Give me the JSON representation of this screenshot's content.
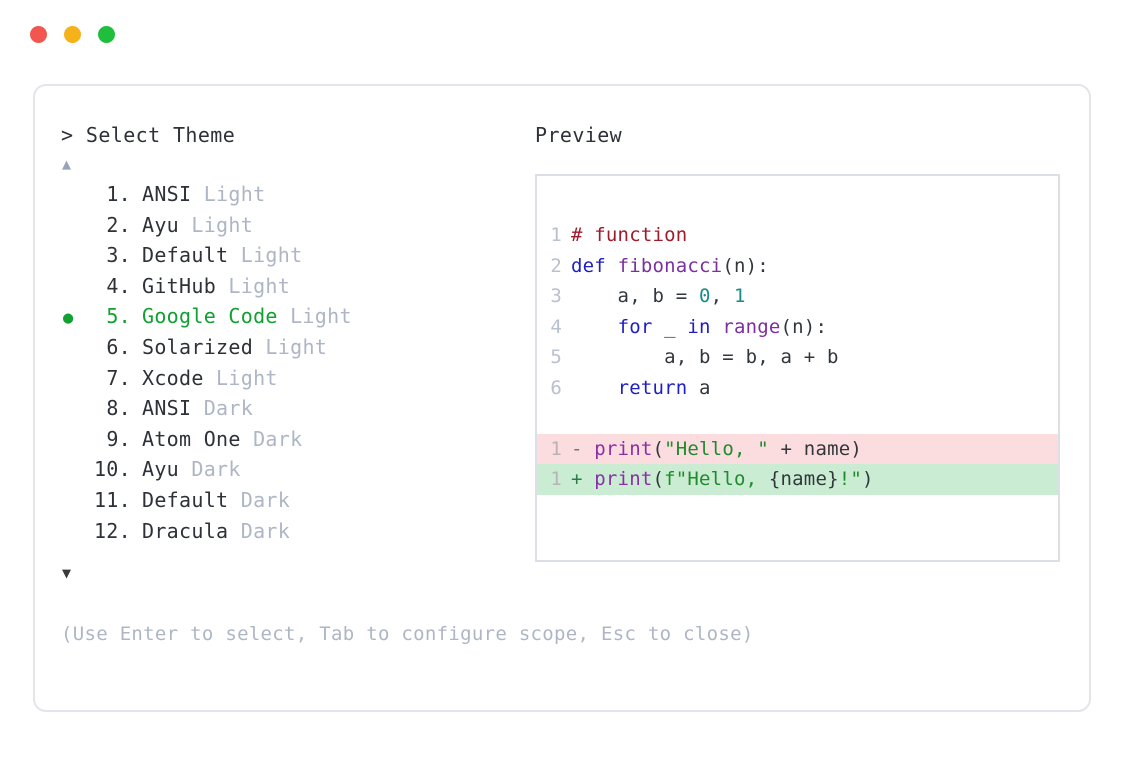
{
  "window": {
    "traffic_lights": [
      {
        "name": "close",
        "color": "#f2564f"
      },
      {
        "name": "minimize",
        "color": "#f5b319"
      },
      {
        "name": "maximize",
        "color": "#1fbe3c"
      }
    ]
  },
  "left_pane": {
    "prompt": "> Select Theme",
    "scroll_up_icon": "▲",
    "scroll_down_icon": "▼",
    "selected_index": 5,
    "selected_bullet": "●",
    "items": [
      {
        "num": "1.",
        "name": "ANSI",
        "variant": "Light",
        "selected": false
      },
      {
        "num": "2.",
        "name": "Ayu",
        "variant": "Light",
        "selected": false
      },
      {
        "num": "3.",
        "name": "Default",
        "variant": "Light",
        "selected": false
      },
      {
        "num": "4.",
        "name": "GitHub",
        "variant": "Light",
        "selected": false
      },
      {
        "num": "5.",
        "name": "Google Code",
        "variant": "Light",
        "selected": true
      },
      {
        "num": "6.",
        "name": "Solarized",
        "variant": "Light",
        "selected": false
      },
      {
        "num": "7.",
        "name": "Xcode",
        "variant": "Light",
        "selected": false
      },
      {
        "num": "8.",
        "name": "ANSI",
        "variant": "Dark",
        "selected": false
      },
      {
        "num": "9.",
        "name": "Atom One",
        "variant": "Dark",
        "selected": false
      },
      {
        "num": "10.",
        "name": "Ayu",
        "variant": "Dark",
        "selected": false
      },
      {
        "num": "11.",
        "name": "Default",
        "variant": "Dark",
        "selected": false
      },
      {
        "num": "12.",
        "name": "Dracula",
        "variant": "Dark",
        "selected": false
      }
    ]
  },
  "hint": "(Use Enter to select, Tab to configure scope, Esc to close)",
  "right_pane": {
    "label": "Preview",
    "code_lines": [
      {
        "ln": "1",
        "tokens": [
          {
            "text": "# function",
            "cls": "t-comment"
          }
        ]
      },
      {
        "ln": "2",
        "tokens": [
          {
            "text": "def ",
            "cls": "t-keyword"
          },
          {
            "text": "fibonacci",
            "cls": "t-func"
          },
          {
            "text": "(n):",
            "cls": "t-plain"
          }
        ]
      },
      {
        "ln": "3",
        "tokens": [
          {
            "text": "    a, b = ",
            "cls": "t-plain"
          },
          {
            "text": "0",
            "cls": "t-number"
          },
          {
            "text": ", ",
            "cls": "t-plain"
          },
          {
            "text": "1",
            "cls": "t-number"
          }
        ]
      },
      {
        "ln": "4",
        "tokens": [
          {
            "text": "    ",
            "cls": "t-plain"
          },
          {
            "text": "for",
            "cls": "t-keyword"
          },
          {
            "text": " _ ",
            "cls": "t-plain"
          },
          {
            "text": "in",
            "cls": "t-keyword"
          },
          {
            "text": " ",
            "cls": "t-plain"
          },
          {
            "text": "range",
            "cls": "t-func"
          },
          {
            "text": "(n):",
            "cls": "t-plain"
          }
        ]
      },
      {
        "ln": "5",
        "tokens": [
          {
            "text": "        a, b = b, a + b",
            "cls": "t-plain"
          }
        ]
      },
      {
        "ln": "6",
        "tokens": [
          {
            "text": "    ",
            "cls": "t-plain"
          },
          {
            "text": "return",
            "cls": "t-keyword"
          },
          {
            "text": " a",
            "cls": "t-plain"
          }
        ]
      }
    ],
    "diff_lines": [
      {
        "ln": "1",
        "sign": "-",
        "kind": "del",
        "tokens": [
          {
            "text": "print",
            "cls": "t-builtin"
          },
          {
            "text": "(",
            "cls": "t-plain"
          },
          {
            "text": "\"Hello, \"",
            "cls": "t-string"
          },
          {
            "text": " + name)",
            "cls": "t-plain"
          }
        ]
      },
      {
        "ln": "1",
        "sign": "+",
        "kind": "add",
        "tokens": [
          {
            "text": "print",
            "cls": "t-builtin"
          },
          {
            "text": "(",
            "cls": "t-plain"
          },
          {
            "text": "f\"Hello, ",
            "cls": "t-string"
          },
          {
            "text": "{name}",
            "cls": "t-plain"
          },
          {
            "text": "!\"",
            "cls": "t-string"
          },
          {
            "text": ")",
            "cls": "t-plain"
          }
        ]
      }
    ]
  }
}
